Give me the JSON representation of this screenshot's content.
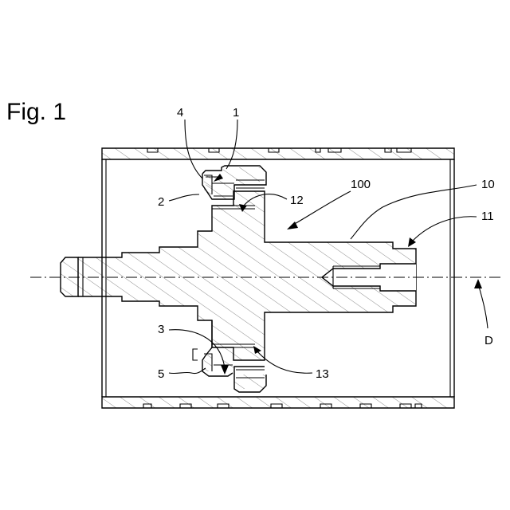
{
  "figure": {
    "title": "Fig. 1",
    "labels": {
      "l1": "1",
      "l2": "2",
      "l3": "3",
      "l4": "4",
      "l5": "5",
      "l10": "10",
      "l11": "11",
      "l12": "12",
      "l13": "13",
      "l100": "100",
      "lD": "D"
    }
  }
}
